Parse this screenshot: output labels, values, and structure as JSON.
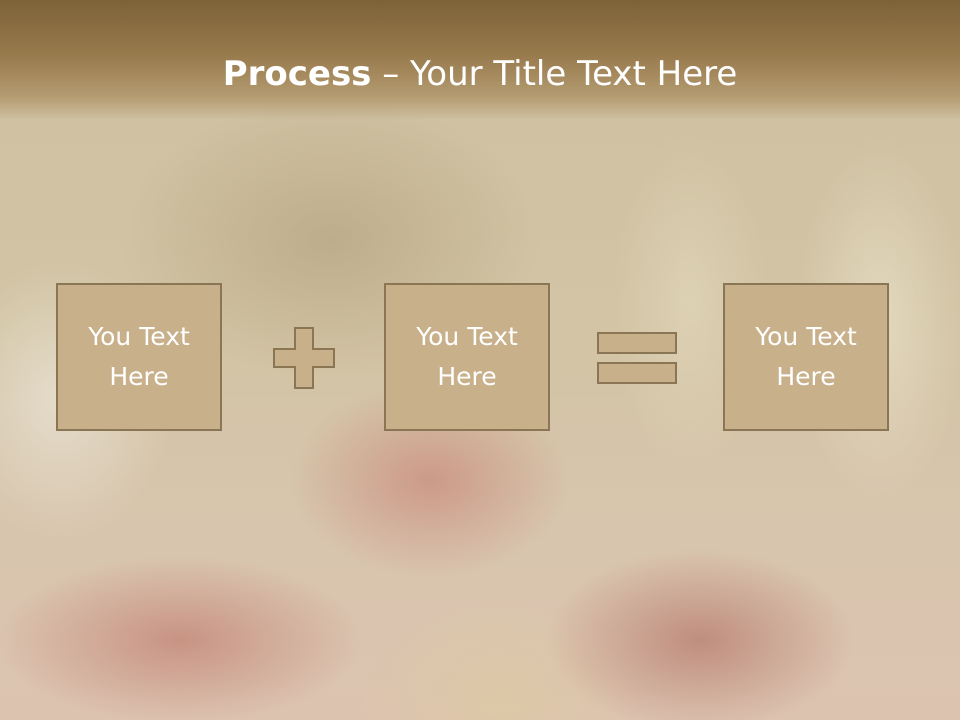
{
  "title": {
    "bold": "Process",
    "rest": " – Your Title Text Here"
  },
  "boxes": [
    {
      "text": "You Text Here"
    },
    {
      "text": "You Text Here"
    },
    {
      "text": "You Text Here"
    }
  ],
  "operators": [
    {
      "icon": "plus-icon"
    },
    {
      "icon": "equals-icon"
    }
  ],
  "colors": {
    "header": "#8e7244",
    "box_fill": "#c8b08a",
    "box_border": "#8a7555",
    "text": "#ffffff"
  }
}
